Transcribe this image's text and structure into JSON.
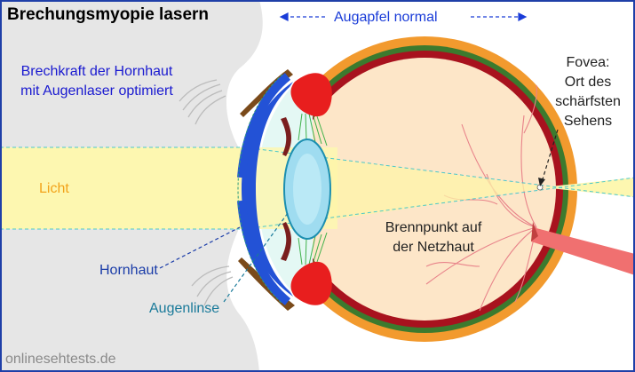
{
  "title": "Brechungsmyopie lasern",
  "eyeball_span": "Augapfel normal",
  "cornea_note": {
    "line1": "Brechkraft der Hornhaut",
    "line2": "mit Augenlaser optimiert"
  },
  "light": "Licht",
  "fovea": {
    "line1": "Fovea:",
    "line2": "Ort des",
    "line3": "schärfsten",
    "line4": "Sehens"
  },
  "focus": {
    "line1": "Brennpunkt auf",
    "line2": "der Netzhaut"
  },
  "cornea": "Hornhaut",
  "lens": "Augenlinse",
  "watermark": "onlinesehtests.de",
  "colors": {
    "light_beam": "#fdf7b0",
    "cornea": "#2352d6",
    "lens": "#9fdcf0",
    "sclera": "#f29a2e",
    "choroid": "#3c7a2e",
    "retina": "#a8121e",
    "vitreous": "#fde6c8",
    "iris": "#e81e1e",
    "optic_nerve": "#f07070",
    "frame": "#1f3fa8"
  }
}
